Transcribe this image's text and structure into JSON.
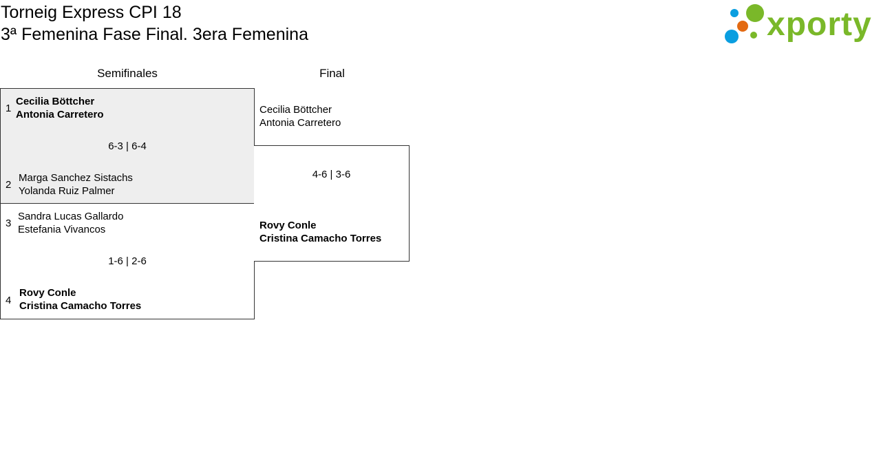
{
  "header": {
    "title": "Torneig Express CPI 18",
    "subtitle": "3ª Femenina Fase Final. 3era Femenina"
  },
  "logo": {
    "text": "xporty",
    "colors": {
      "green": "#7ab829",
      "blue": "#0a9ee0",
      "orange": "#e36a12"
    }
  },
  "rounds": {
    "semifinal_label": "Semifinales",
    "final_label": "Final"
  },
  "semifinals": [
    {
      "score": "6-3 | 6-4",
      "team_a": {
        "seed": "1",
        "players": [
          "Cecilia Böttcher",
          "Antonia Carretero"
        ],
        "winner": true
      },
      "team_b": {
        "seed": "2",
        "players": [
          "Marga Sanchez Sistachs",
          "Yolanda Ruiz Palmer"
        ],
        "winner": false
      }
    },
    {
      "score": "1-6 | 2-6",
      "team_a": {
        "seed": "3",
        "players": [
          "Sandra Lucas Gallardo",
          "Estefania Vivancos"
        ],
        "winner": false
      },
      "team_b": {
        "seed": "4",
        "players": [
          "Rovy Conle",
          "Cristina Camacho Torres"
        ],
        "winner": true
      }
    }
  ],
  "final": {
    "score": "4-6 | 3-6",
    "team_a": {
      "players": [
        "Cecilia Böttcher",
        "Antonia Carretero"
      ],
      "winner": false
    },
    "team_b": {
      "players": [
        "Rovy Conle",
        "Cristina Camacho Torres"
      ],
      "winner": true
    }
  }
}
